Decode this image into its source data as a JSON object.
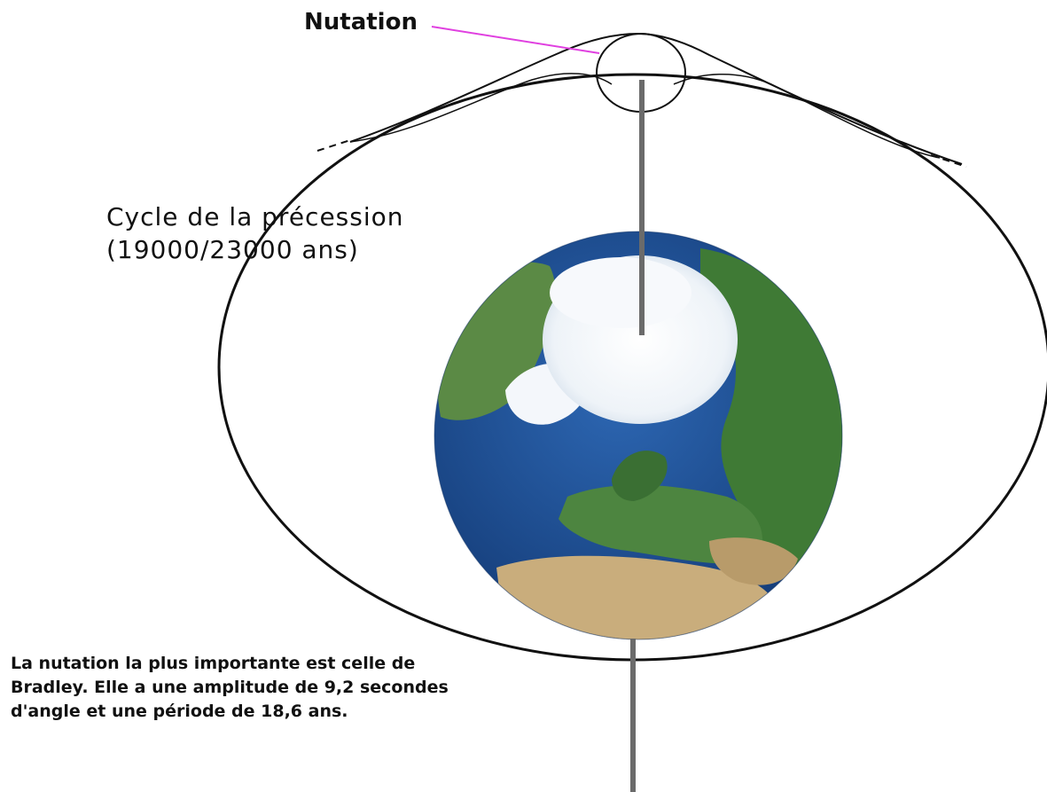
{
  "labels": {
    "nutation": "Nutation",
    "precession_line1": "Cycle de la précession",
    "precession_line2": "(19000/23000 ans)",
    "note": "La nutation la plus importante est celle de Bradley. Elle a une amplitude de 9,2 secondes d'angle et une période de 18,6 ans."
  },
  "colors": {
    "background": "#ffffff",
    "outline": "#111111",
    "axis": "#6b6b6b",
    "leader": "#e040e0",
    "ocean": "#1d4f93",
    "ice": "#f4f7fb",
    "land_green": "#3f7a35",
    "land_desert": "#c9ad7c"
  },
  "icons": {
    "globe": "earth-globe-north-pole-view"
  }
}
